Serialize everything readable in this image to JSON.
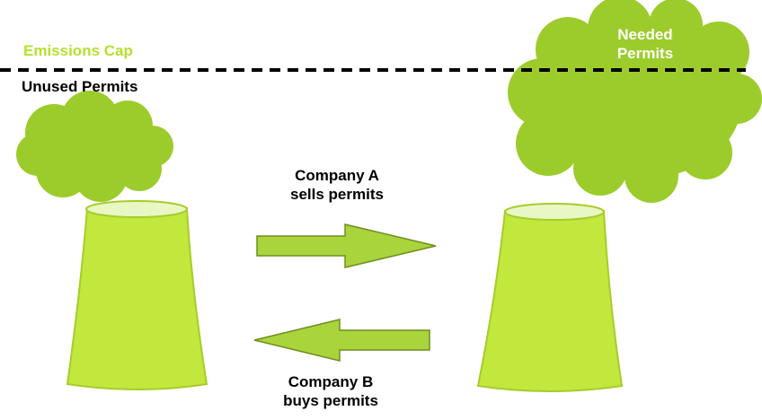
{
  "labels": {
    "emissions_cap": "Emissions Cap",
    "unused_permits": "Unused Permits",
    "needed_permits_line1": "Needed",
    "needed_permits_line2": "Permits",
    "company_a_line1": "Company A",
    "company_a_line2": "sells permits",
    "company_b_line1": "Company B",
    "company_b_line2": "buys permits"
  },
  "colors": {
    "cap_label": "#b5e02e",
    "cloud": "#9ccc2b",
    "cloud_edge": "#8ab822",
    "tower": "#c2e83e",
    "tower_edge": "#a6cc2a",
    "tower_rim": "#c9eb5a",
    "arrow": "#a9d43c",
    "arrow_edge": "#6f8f1c",
    "cap_line": "#000000",
    "text": "#000000",
    "needed_text": "#ffffff"
  }
}
